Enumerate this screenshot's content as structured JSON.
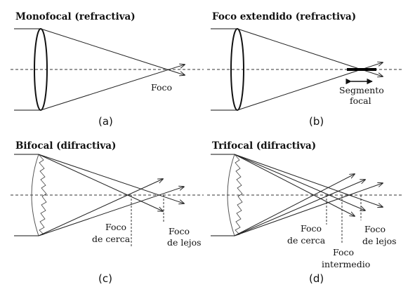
{
  "panels": {
    "a": {
      "title": "Monofocal (refractiva)",
      "caption": "(a)",
      "labels": {
        "focus": "Foco"
      }
    },
    "b": {
      "title": "Foco extendido (refractiva)",
      "caption": "(b)",
      "labels": {
        "segment_line1": "Segmento",
        "segment_line2": "focal"
      }
    },
    "c": {
      "title": "Bifocal (difractiva)",
      "caption": "(c)",
      "labels": {
        "near_line1": "Foco",
        "near_line2": "de cerca",
        "far_line1": "Foco",
        "far_line2": "de lejos"
      }
    },
    "d": {
      "title": "Trifocal (difractiva)",
      "caption": "(d)",
      "labels": {
        "near_line1": "Foco",
        "near_line2": "de cerca",
        "mid_line1": "Foco",
        "mid_line2": "intermedio",
        "far_line1": "Foco",
        "far_line2": "de lejos"
      }
    }
  },
  "colors": {
    "ink": "#111111",
    "background": "#ffffff"
  }
}
